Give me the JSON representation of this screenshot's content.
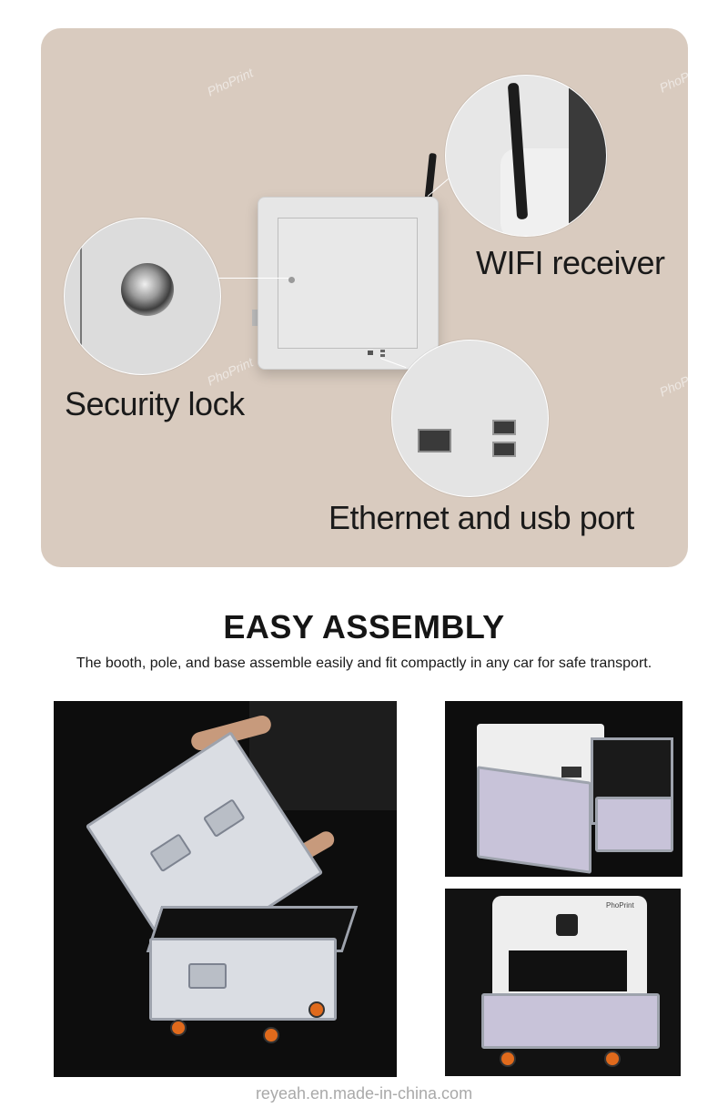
{
  "features": {
    "wifi_label": "WIFI receiver",
    "lock_label": "Security lock",
    "ports_label": "Ethernet and  usb port"
  },
  "assembly": {
    "heading": "EASY ASSEMBLY",
    "description": "The booth, pole, and base assemble easily and fit compactly in any car for safe transport."
  },
  "booth_brand": "PhoPrint",
  "watermark": "PhoPrint",
  "footer": {
    "url": "reyeah.en.made-in-china.com"
  },
  "colors": {
    "panel_bg": "#d9cbbf",
    "wheel": "#e06a1c"
  }
}
